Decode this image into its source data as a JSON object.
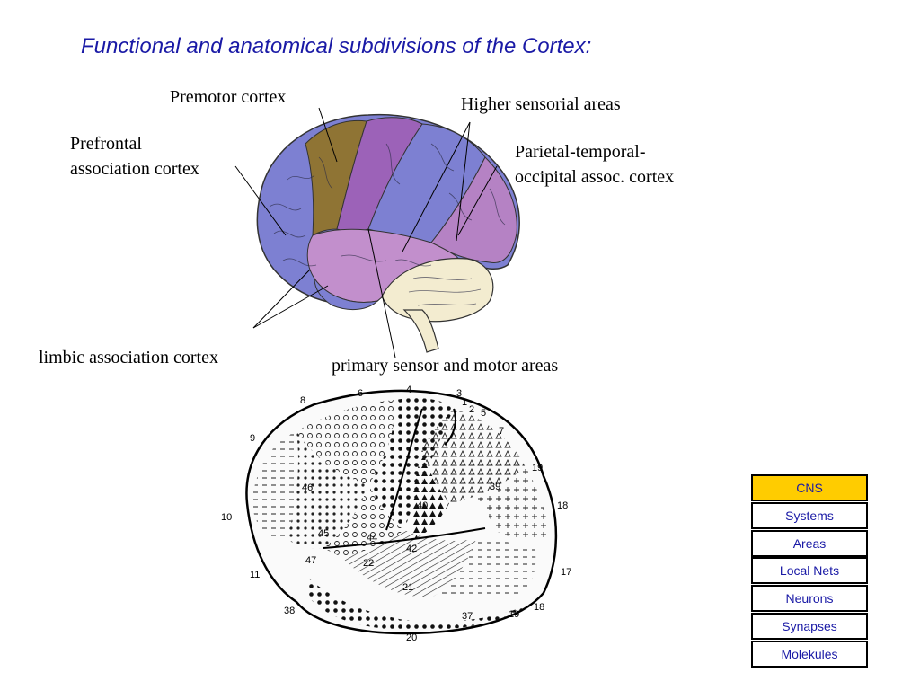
{
  "title": "Functional and anatomical subdivisions of the Cortex:",
  "labels": {
    "premotor": "Premotor cortex",
    "higher_sensorial": "Higher sensorial areas",
    "prefrontal": [
      "Prefrontal",
      "association cortex"
    ],
    "parietal": [
      "Parietal-temporal-",
      "occipital assoc. cortex"
    ],
    "limbic": "limbic association cortex",
    "primary": "primary sensor and motor areas"
  },
  "brodmann_numbers": [
    "8",
    "6",
    "4",
    "3",
    "1",
    "2",
    "5",
    "7",
    "9",
    "46",
    "19",
    "18",
    "10",
    "40",
    "45",
    "44",
    "42",
    "11",
    "22",
    "47",
    "17",
    "21",
    "38",
    "37",
    "19",
    "18",
    "20",
    "39"
  ],
  "nav": {
    "items": [
      {
        "label": "CNS",
        "active": true
      },
      {
        "label": "Systems",
        "active": false
      },
      {
        "label": "Areas",
        "active": false
      },
      {
        "label": "Local Nets",
        "active": false
      },
      {
        "label": "Neurons",
        "active": false
      },
      {
        "label": "Synapses",
        "active": false
      },
      {
        "label": "Molekules",
        "active": false
      }
    ]
  },
  "colors": {
    "title": "#1a1aa6",
    "prefrontal": "#7d80d2",
    "premotor": "#8f7434",
    "primary": "#9c62b8",
    "higher": "#7d80d2",
    "parietal": "#b582c4",
    "limbic": "#c28fcc",
    "nav_active": "#ffcc00"
  }
}
